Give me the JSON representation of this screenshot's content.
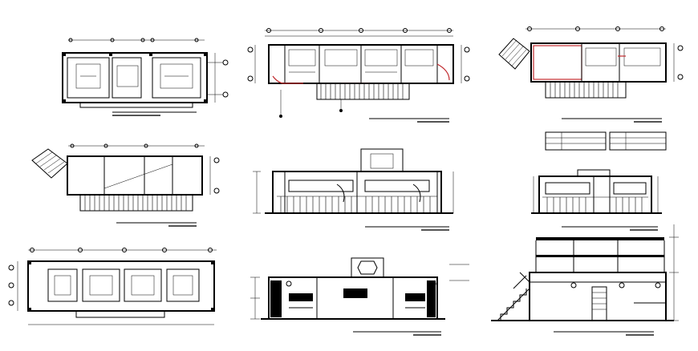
{
  "sheet": {
    "background": "#ffffff",
    "line_color": "#000000",
    "accent_color": "#c0282c"
  },
  "drawings": [
    {
      "id": "plan-foundation",
      "kind": "plan"
    },
    {
      "id": "plan-ground-floor",
      "kind": "plan"
    },
    {
      "id": "plan-first-floor",
      "kind": "plan"
    },
    {
      "id": "plan-roof",
      "kind": "plan"
    },
    {
      "id": "elevation-front",
      "kind": "elevation"
    },
    {
      "id": "elevation-side",
      "kind": "elevation"
    },
    {
      "id": "plan-ceiling",
      "kind": "plan"
    },
    {
      "id": "elevation-rear",
      "kind": "elevation"
    },
    {
      "id": "section-stair",
      "kind": "section"
    }
  ]
}
